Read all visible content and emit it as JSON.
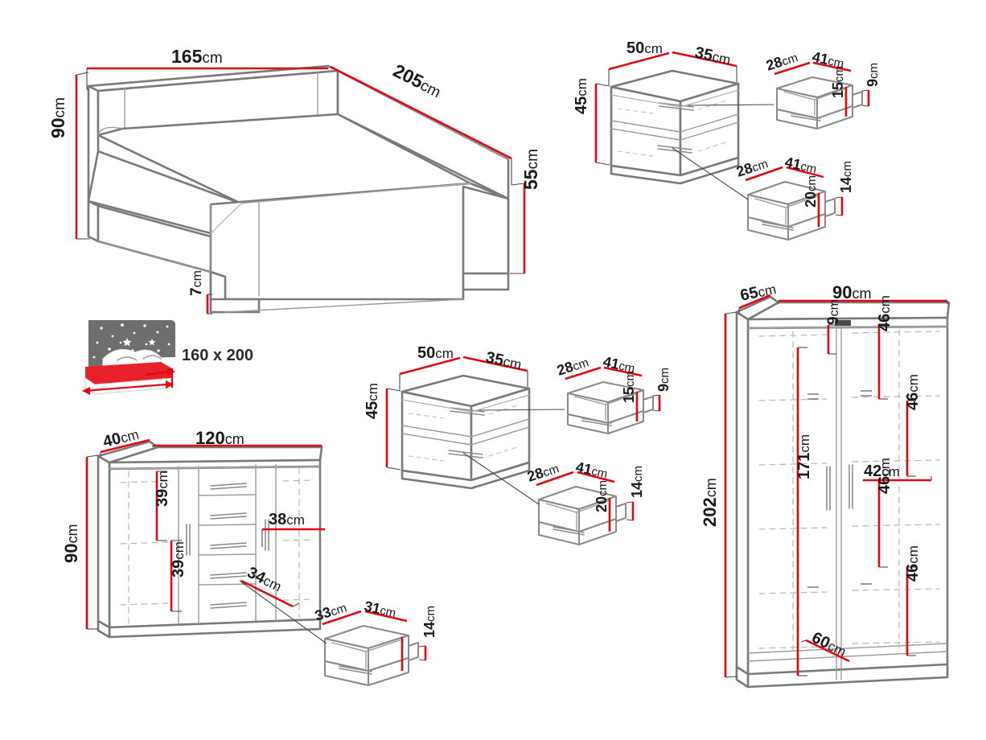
{
  "meta": {
    "title": "Bedroom Furniture Set Dimension Diagram",
    "unit": "cm",
    "colors": {
      "dimension_red": "#e30613",
      "outline_gray": "#7a7a7a",
      "interior_gray": "#b4b4b4",
      "text_black": "#1a1a1a",
      "background": "#ffffff",
      "mattress_red": "#e8202a",
      "night_gray": "#6e6e6e"
    }
  },
  "items": {
    "bed": {
      "name": "Bed",
      "dimensions": {
        "width": "165",
        "length": "205",
        "headboard_height": "90",
        "footboard_height": "55",
        "base_clearance": "7"
      },
      "unit": "cm"
    },
    "mattress": {
      "name": "Mattress",
      "size_label": "160 x 200"
    },
    "nightstand_top": {
      "name": "Nightstand",
      "dimensions": {
        "width": "50",
        "depth": "35",
        "height": "45"
      },
      "drawer_upper": {
        "depth": "28",
        "width": "41",
        "front_height": "9",
        "box_height": "15"
      },
      "drawer_lower": {
        "depth": "28",
        "width": "41",
        "front_height": "14",
        "box_height": "20"
      },
      "unit": "cm"
    },
    "nightstand_middle": {
      "name": "Nightstand",
      "dimensions": {
        "width": "50",
        "depth": "35",
        "height": "45"
      },
      "drawer_upper": {
        "depth": "28",
        "width": "41",
        "front_height": "9",
        "box_height": "15"
      },
      "drawer_lower": {
        "depth": "28",
        "width": "41",
        "front_height": "14",
        "box_height": "20"
      },
      "unit": "cm"
    },
    "dresser": {
      "name": "Chest of drawers",
      "dimensions": {
        "width": "120",
        "depth": "40",
        "height": "90"
      },
      "interior": {
        "left_upper": "39",
        "left_lower": "39",
        "right_width": "38",
        "center_depth": "34"
      },
      "drawer": {
        "depth": "33",
        "width": "31",
        "front_height": "14"
      },
      "unit": "cm"
    },
    "wardrobe": {
      "name": "Wardrobe",
      "dimensions": {
        "depth": "65",
        "width": "90",
        "height": "202"
      },
      "interior": {
        "top_gap": "9",
        "shelf_1": "46",
        "shelf_2": "46",
        "shelf_3": "46",
        "shelf_4": "46",
        "shelf_width": "42",
        "hanging_height": "171",
        "base_depth": "60"
      },
      "unit": "cm"
    }
  },
  "labels": {
    "bed_width": {
      "num": "165",
      "unit": "cm"
    },
    "bed_length": {
      "num": "205",
      "unit": "cm"
    },
    "bed_headboard": {
      "num": "90",
      "unit": "cm"
    },
    "bed_footboard": {
      "num": "55",
      "unit": "cm"
    },
    "bed_clearance": {
      "num": "7",
      "unit": "cm"
    },
    "mattress_size": "160 x 200",
    "ns_width": {
      "num": "50",
      "unit": "cm"
    },
    "ns_depth": {
      "num": "35",
      "unit": "cm"
    },
    "ns_height": {
      "num": "45",
      "unit": "cm"
    },
    "ns_dr_up_depth": {
      "num": "28",
      "unit": "cm"
    },
    "ns_dr_up_width": {
      "num": "41",
      "unit": "cm"
    },
    "ns_dr_up_front": {
      "num": "9",
      "unit": "cm"
    },
    "ns_dr_up_box": {
      "num": "15",
      "unit": "cm"
    },
    "ns_dr_lo_depth": {
      "num": "28",
      "unit": "cm"
    },
    "ns_dr_lo_width": {
      "num": "41",
      "unit": "cm"
    },
    "ns_dr_lo_front": {
      "num": "14",
      "unit": "cm"
    },
    "ns_dr_lo_box": {
      "num": "20",
      "unit": "cm"
    },
    "dr_depth": {
      "num": "40",
      "unit": "cm"
    },
    "dr_width": {
      "num": "120",
      "unit": "cm"
    },
    "dr_height": {
      "num": "90",
      "unit": "cm"
    },
    "dr_int_39a": {
      "num": "39",
      "unit": "cm"
    },
    "dr_int_39b": {
      "num": "39",
      "unit": "cm"
    },
    "dr_int_38": {
      "num": "38",
      "unit": "cm"
    },
    "dr_int_34": {
      "num": "34",
      "unit": "cm"
    },
    "dr_dr_depth": {
      "num": "33",
      "unit": "cm"
    },
    "dr_dr_width": {
      "num": "31",
      "unit": "cm"
    },
    "dr_dr_front": {
      "num": "14",
      "unit": "cm"
    },
    "wd_depth": {
      "num": "65",
      "unit": "cm"
    },
    "wd_width": {
      "num": "90",
      "unit": "cm"
    },
    "wd_height": {
      "num": "202",
      "unit": "cm"
    },
    "wd_top_gap": {
      "num": "9",
      "unit": "cm"
    },
    "wd_shelf1": {
      "num": "46",
      "unit": "cm"
    },
    "wd_shelf2": {
      "num": "46",
      "unit": "cm"
    },
    "wd_shelf3": {
      "num": "46",
      "unit": "cm"
    },
    "wd_shelf4": {
      "num": "46",
      "unit": "cm"
    },
    "wd_shelf_w": {
      "num": "42",
      "unit": "cm"
    },
    "wd_hang": {
      "num": "171",
      "unit": "cm"
    },
    "wd_base": {
      "num": "60",
      "unit": "cm"
    }
  }
}
